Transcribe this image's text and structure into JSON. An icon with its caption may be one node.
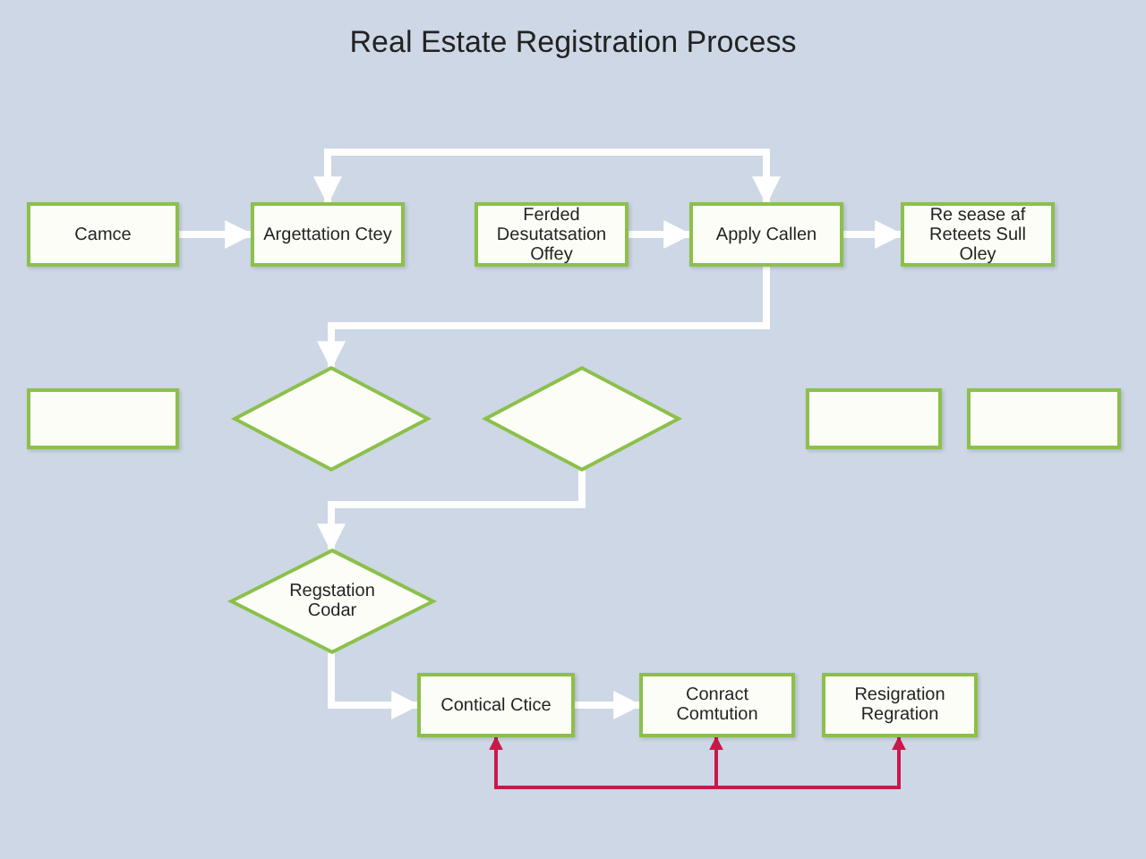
{
  "diagram": {
    "title": "Real Estate Registration Process",
    "nodes": [
      {
        "text": [
          "Camce"
        ]
      },
      {
        "text": [
          "Argettation Ctey"
        ]
      },
      {
        "text": [
          "Ferded Desutatsation Offey"
        ]
      },
      {
        "text": [
          "Apply Callen"
        ]
      },
      {
        "text": [
          "Re sease af Reteets Sull Oley"
        ]
      },
      {
        "text": [],
        "shape": "box"
      },
      {
        "text": [],
        "shape": "diamond"
      },
      {
        "text": [],
        "shape": "diamond"
      },
      {
        "text": [],
        "shape": "box"
      },
      {
        "text": [],
        "shape": "box"
      },
      {
        "text": [
          "Regstation Codar"
        ]
      },
      {
        "text": [
          "Contical Ctice"
        ]
      },
      {
        "text": [
          "Conract Comtution"
        ]
      },
      {
        "text": [
          "Resigration Regration"
        ]
      }
    ],
    "edges": [
      {
        "from": 0,
        "to": 1,
        "arrow": "to"
      },
      {
        "from": 1,
        "to": 3,
        "arrow": "both"
      },
      {
        "from": 2,
        "to": 3,
        "arrow": "to"
      },
      {
        "from": 3,
        "to": 4,
        "arrow": "to"
      },
      {
        "from": 3,
        "to": 6,
        "arrow": "to"
      },
      {
        "from": 7,
        "to": 10,
        "arrow": "to"
      },
      {
        "from": 10,
        "to": 11,
        "arrow": "to"
      },
      {
        "from": 11,
        "to": 12,
        "arrow": "to"
      },
      {
        "from": null,
        "to": 11,
        "arrow": "to",
        "color": "#c8194a"
      },
      {
        "from": null,
        "to": 12,
        "arrow": "to",
        "color": "#c8194a"
      },
      {
        "from": null,
        "to": 13,
        "arrow": "to",
        "color": "#c8194a"
      }
    ]
  }
}
